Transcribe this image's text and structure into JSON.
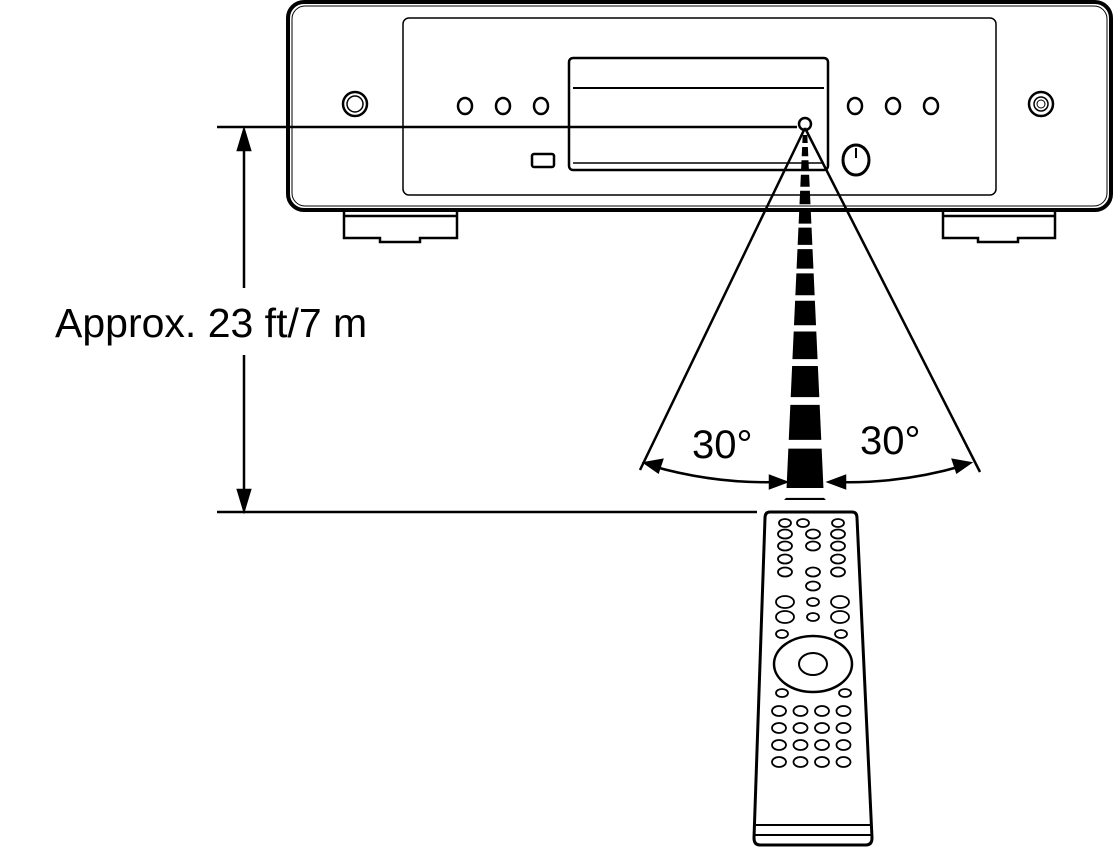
{
  "distance_label": "Approx. 23 ft/7 m",
  "angle_left_label": "30°",
  "angle_right_label": "30°",
  "colors": {
    "line": "#000000",
    "background": "#ffffff"
  }
}
